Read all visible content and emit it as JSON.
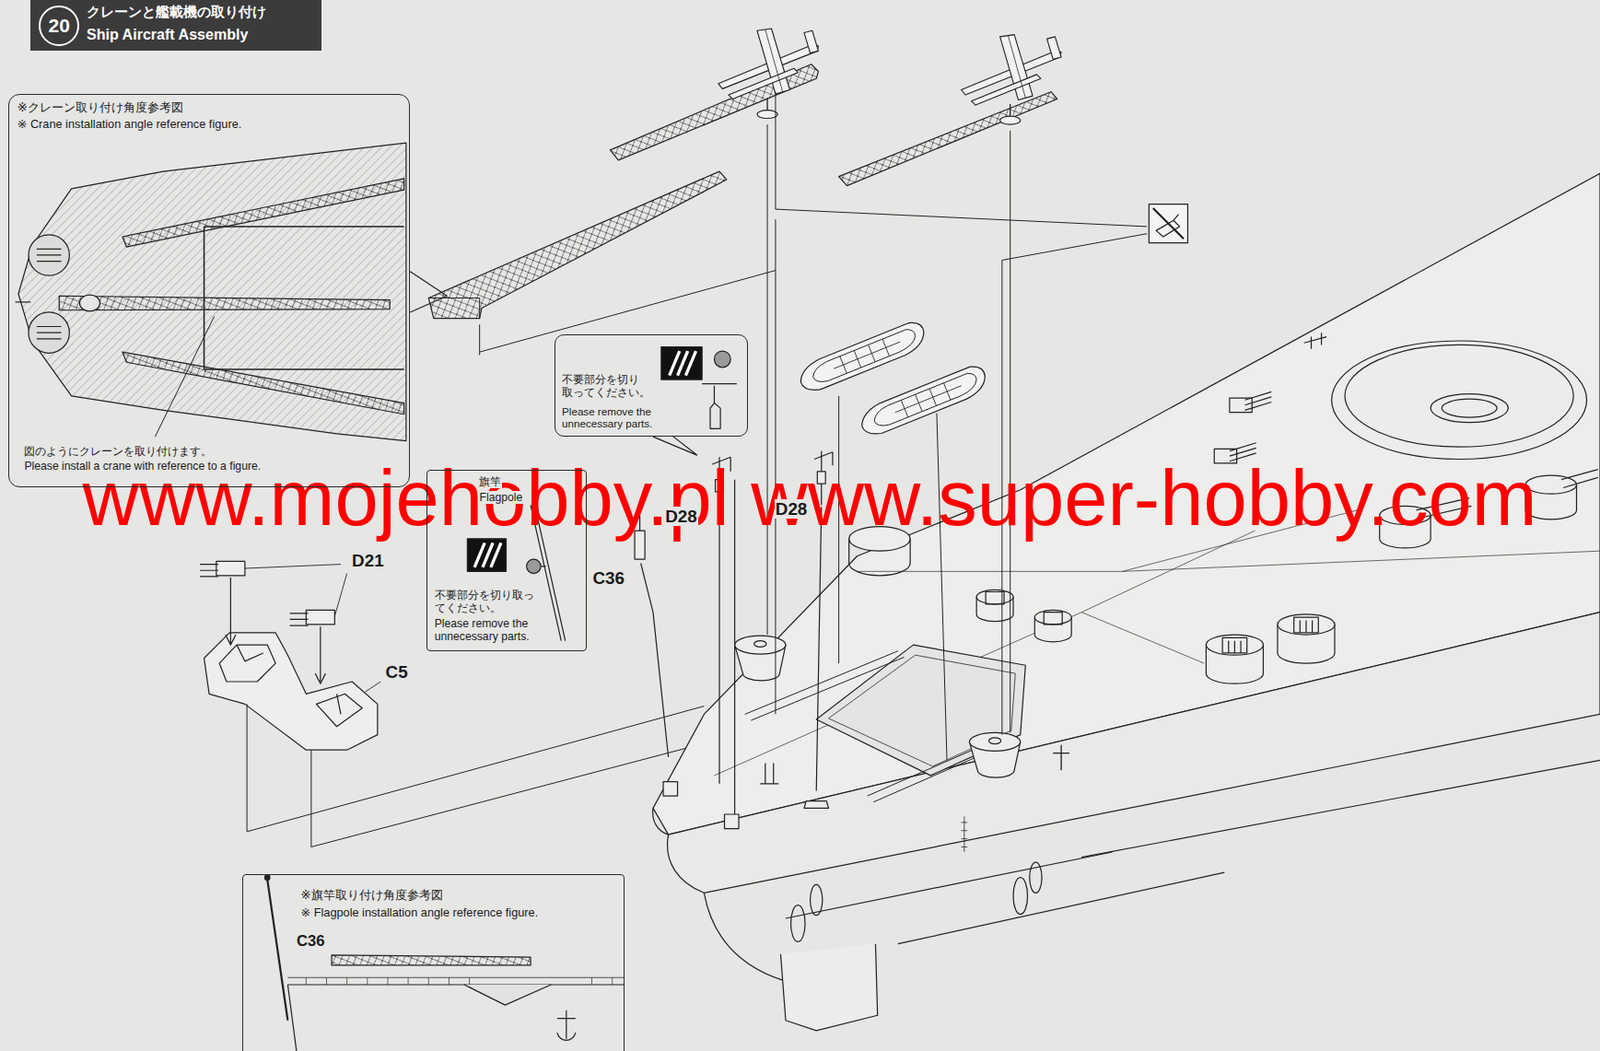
{
  "diagram": {
    "nodes": [
      {
        "text": [
          "クレーンと艦載機の取り付け",
          "Ship Aircraft Assembly"
        ]
      },
      {
        "text": [
          "20"
        ],
        "in": 0
      },
      {
        "text": [
          "※クレーン取り付け角度参考図",
          "※ Crane installation angle reference figure.",
          "図のようにクレーンを取り付けます。",
          "Please install a crane with reference to a figure."
        ]
      },
      {
        "text": [
          "不要部分を切り 取ってください。",
          "Please remove the unnecessary parts."
        ]
      },
      {
        "text": [
          "旗竿",
          "Flagpole",
          "不要部分を切り取っ てください。",
          "Please remove the unnecessary parts."
        ]
      },
      {
        "text": [
          "※旗竿取り付け角度参考図",
          "※ Flagpole installation angle reference figure.",
          "C36"
        ]
      }
    ],
    "labels": [
      "www.mojehobby.pl www.super-hobby.com",
      "D28",
      "D28",
      "D21",
      "C36",
      "C5"
    ]
  }
}
